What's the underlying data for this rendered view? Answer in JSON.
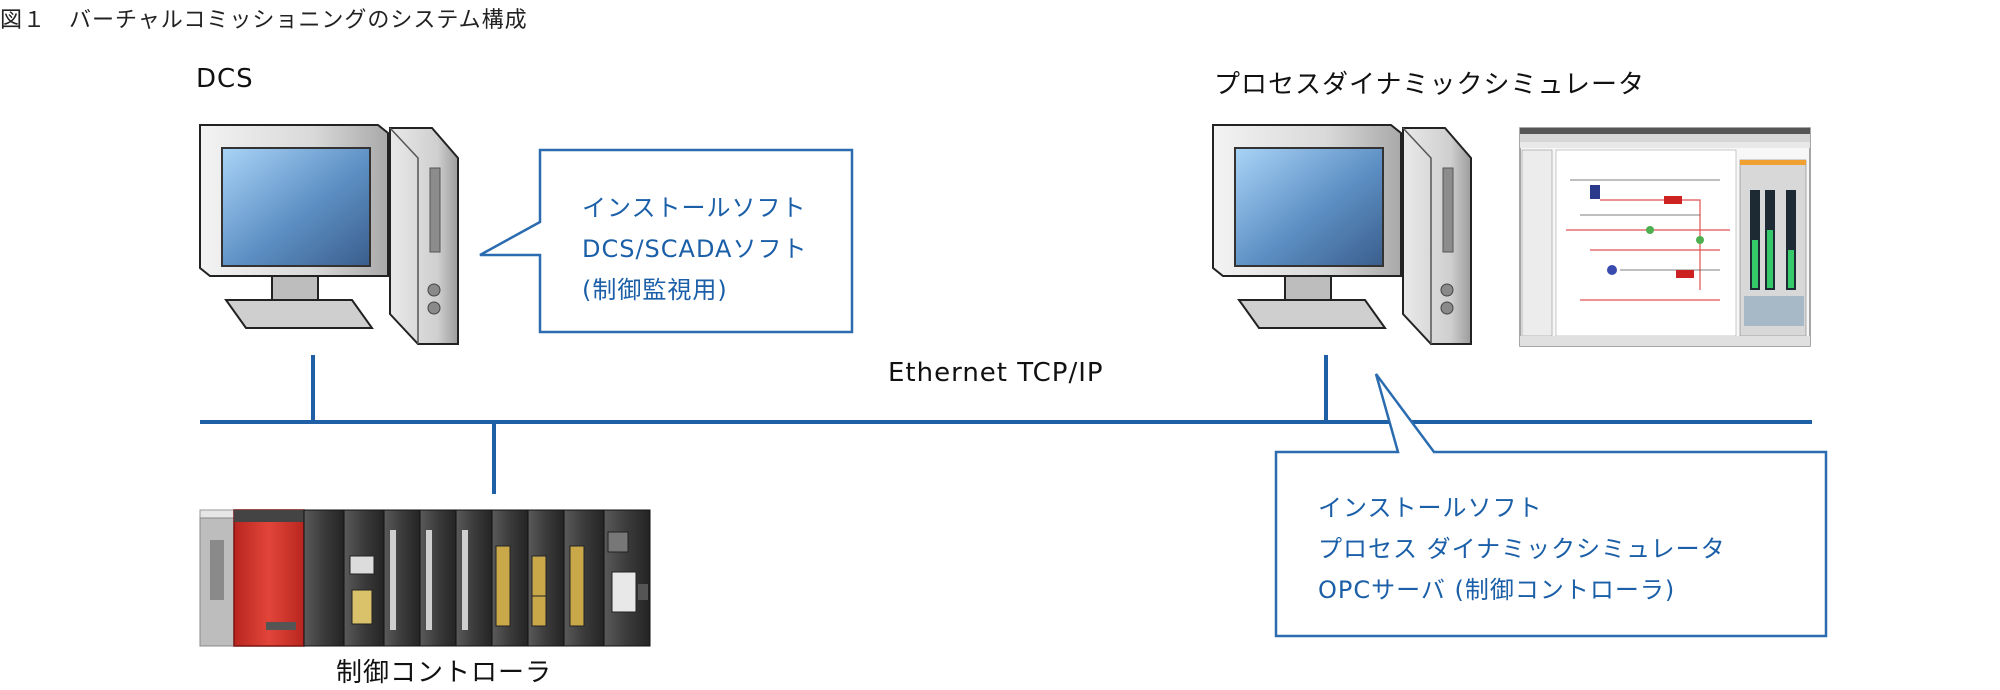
{
  "figure": {
    "title": "図１　バーチャルコミッショニングのシステム構成"
  },
  "nodes": {
    "dcs": {
      "label": "DCS"
    },
    "simulator": {
      "label": "プロセスダイナミックシミュレータ"
    },
    "controller": {
      "label": "制御コントローラ"
    }
  },
  "network": {
    "label": "Ethernet TCP/IP"
  },
  "callouts": {
    "dcs": {
      "lines": [
        "インストールソフト",
        "DCS/SCADAソフト",
        "(制御監視用)"
      ]
    },
    "simulator": {
      "lines": [
        "インストールソフト",
        "プロセス ダイナミックシミュレータ",
        "OPCサーバ (制御コントローラ)"
      ]
    }
  },
  "colors": {
    "network_line": "#1f5fa6",
    "callout_border": "#2b6cb0",
    "callout_text": "#1b5fa8",
    "plc_red": "#d8362c",
    "plc_dark": "#3a3a3a"
  },
  "icons": {
    "dcs_pc": "desktop-computer-icon",
    "sim_pc": "desktop-computer-icon",
    "sim_screenshot": "simulator-screen-thumbnail",
    "plc": "plc-controller-rack"
  }
}
